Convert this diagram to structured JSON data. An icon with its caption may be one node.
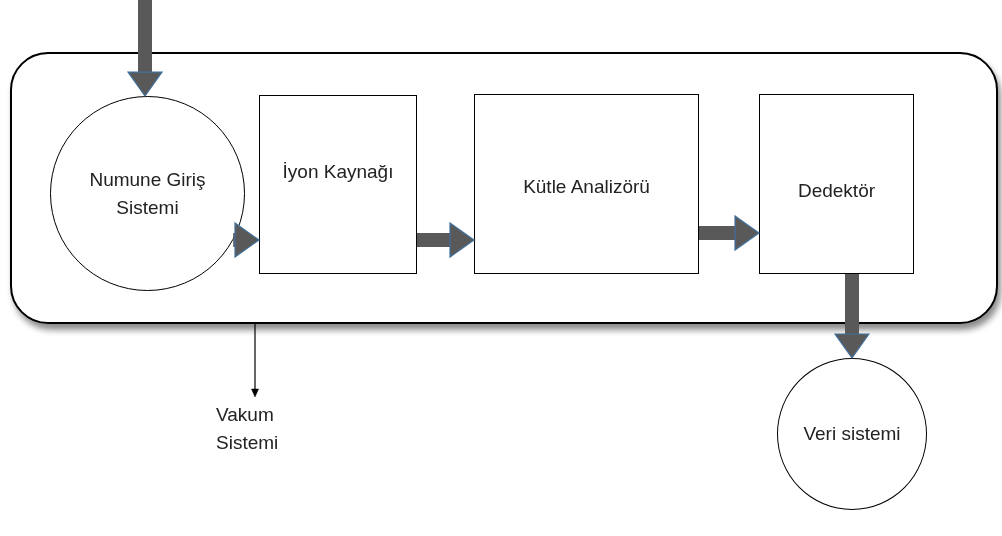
{
  "diagram": {
    "nodes": [
      {
        "text": [],
        "shape": "box"
      },
      {
        "text": [
          "Numune Giriş Sistemi"
        ],
        "in": 0
      },
      {
        "text": [
          "İyon Kaynağı"
        ],
        "in": 0
      },
      {
        "text": [
          "Kütle Analizörü"
        ],
        "in": 0
      },
      {
        "text": [
          "Dedektör"
        ],
        "in": 0
      },
      {
        "text": [
          "Veri sistemi"
        ]
      },
      {
        "text": [
          "Vakum Sistemi"
        ]
      }
    ],
    "edges": [
      {
        "from": null,
        "to": 1,
        "arrow": "to"
      },
      {
        "from": 1,
        "to": 2,
        "arrow": "to"
      },
      {
        "from": 2,
        "to": 3,
        "arrow": "to"
      },
      {
        "from": 3,
        "to": 4,
        "arrow": "to"
      },
      {
        "from": 4,
        "to": 5,
        "arrow": "to"
      },
      {
        "from": 0,
        "to": 6,
        "arrow": "to",
        "color": "#000000"
      }
    ]
  }
}
